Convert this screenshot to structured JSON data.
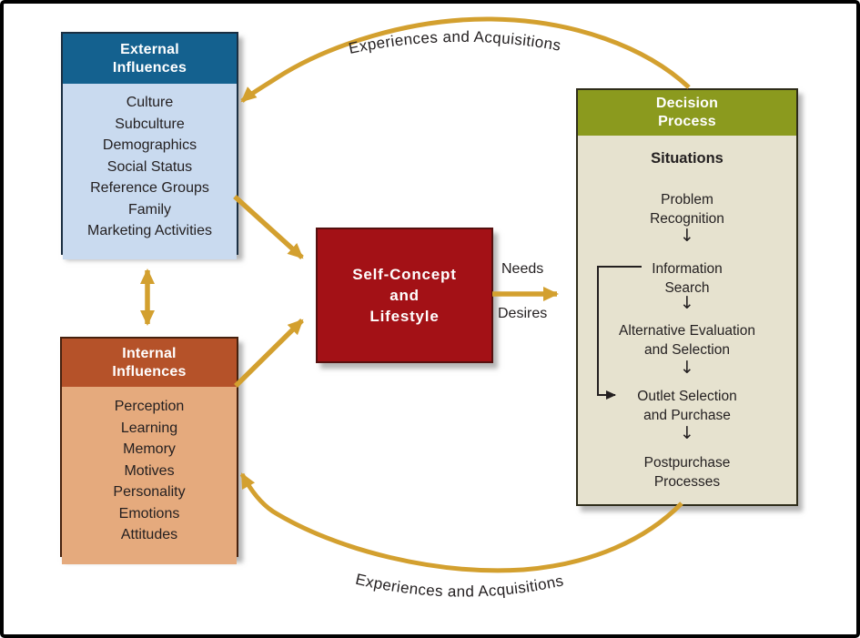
{
  "frame": {
    "border_color": "#010101",
    "background": "#ffffff"
  },
  "palette": {
    "arrow_gold": "#D3A02F",
    "text_dark": "#231F20",
    "header_text": "#FFFFFF",
    "external_header_bg": "#14618F",
    "external_body_bg": "#C9DAEF",
    "internal_header_bg": "#B55229",
    "internal_body_bg": "#E5AA7D",
    "self_concept_bg": "#A31116",
    "decision_header_bg": "#8B9A1E",
    "decision_body_bg": "#E6E2CF"
  },
  "external_box": {
    "title_lines": [
      "External",
      "Influences"
    ],
    "items": [
      "Culture",
      "Subculture",
      "Demographics",
      "Social Status",
      "Reference Groups",
      "Family",
      "Marketing Activities"
    ]
  },
  "internal_box": {
    "title_lines": [
      "Internal",
      "Influences"
    ],
    "items": [
      "Perception",
      "Learning",
      "Memory",
      "Motives",
      "Personality",
      "Emotions",
      "Attitudes"
    ]
  },
  "self_concept_box": {
    "lines": [
      "Self-Concept",
      "and",
      "Lifestyle"
    ]
  },
  "decision_box": {
    "title_lines": [
      "Decision",
      "Process"
    ],
    "subtitle": "Situations",
    "steps": [
      {
        "lines": [
          "Problem",
          "Recognition"
        ]
      },
      {
        "lines": [
          "Information",
          "Search"
        ]
      },
      {
        "lines": [
          "Alternative Evaluation",
          "and Selection"
        ]
      },
      {
        "lines": [
          "Outlet Selection",
          "and Purchase"
        ]
      },
      {
        "lines": [
          "Postpurchase",
          "Processes"
        ]
      }
    ],
    "flow_arrow_glyph": "↓"
  },
  "labels": {
    "top_arc": "Experiences and Acquisitions",
    "bottom_arc": "Experiences and Acquisitions",
    "needs": "Needs",
    "desires": "Desires"
  }
}
